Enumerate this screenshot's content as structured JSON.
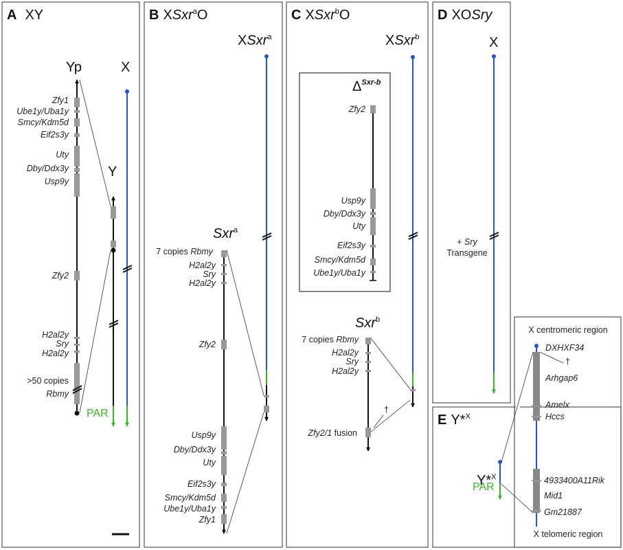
{
  "panels": {
    "a": {
      "letter": "A",
      "title": "XY"
    },
    "b": {
      "letter": "B",
      "title_pre": "X",
      "title_italic": "Sxr",
      "title_sup": "a",
      "title_post": "O"
    },
    "c": {
      "letter": "C",
      "title_pre": "X",
      "title_italic": "Sxr",
      "title_sup": "b",
      "title_post": "O"
    },
    "d": {
      "letter": "D",
      "title_pre": "XO",
      "title_italic": "Sry"
    },
    "e": {
      "letter": "E",
      "title_pre": "Y*",
      "title_sup": "X"
    }
  },
  "panel_a": {
    "yp_label": "Yp",
    "y_label": "Y",
    "x_label": "X",
    "par_label": "PAR",
    "genes": [
      "Zfy1",
      "Ube1y/Uba1y",
      "Smcy/Kdm5d",
      "Eif2s3y",
      "Uty",
      "Dby/Ddx3y",
      "Usp9y",
      "Zfy2",
      "H2al2y",
      "Sry",
      "H2al2y"
    ],
    "copies_label": ">50 copies",
    "rbmy_label": "Rbmy"
  },
  "panel_b": {
    "x_pre": "X",
    "x_italic": "Sxr",
    "x_sup": "a",
    "sxr_italic": "Sxr",
    "sxr_sup": "a",
    "copies_label": "7 copies",
    "rbmy_label": "Rbmy",
    "genes": [
      "H2al2y",
      "Sry",
      "H2al2y",
      "Zfy2",
      "Usp9y",
      "Dby/Ddx3y",
      "Uty",
      "Eif2s3y",
      "Smcy/Kdm5d",
      "Ube1y/Uba1y",
      "Zfy1"
    ]
  },
  "panel_c": {
    "x_pre": "X",
    "x_italic": "Sxr",
    "x_sup": "b",
    "delta_label": "Δ",
    "delta_sup": "Sxr-b",
    "inset_genes": [
      "Zfy2",
      "Usp9y",
      "Dby/Ddx3y",
      "Uty",
      "Eif2s3y",
      "Smcy/Kdm5d",
      "Ube1y/Uba1y"
    ],
    "sxr_italic": "Sxr",
    "sxr_sup": "b",
    "copies_label": "7 copies",
    "rbmy_label": "Rbmy",
    "genes": [
      "H2al2y",
      "Sry",
      "H2al2y"
    ],
    "fusion_gene": "Zfy2/1",
    "fusion_label": "fusion",
    "dagger": "†"
  },
  "panel_d": {
    "x_label": "X",
    "plus_label": "+",
    "sry_label": "Sry",
    "transgene_label": "Transgene"
  },
  "panel_e": {
    "centromeric_label": "X centromeric region",
    "telomeric_label": "X telomeric region",
    "genes": [
      "DXHXF34",
      "Arhgap6",
      "Amelx",
      "Hccs",
      "4933400A11Rik",
      "Mid1",
      "Gm21887"
    ],
    "dagger": "†",
    "ystar_label": "Y*",
    "ystar_sup": "X",
    "par_label": "PAR"
  },
  "colors": {
    "x_chromosome": "#2255cc",
    "par": "#33bb22",
    "y_chromosome": "#111111",
    "gene_box": "#999999"
  }
}
